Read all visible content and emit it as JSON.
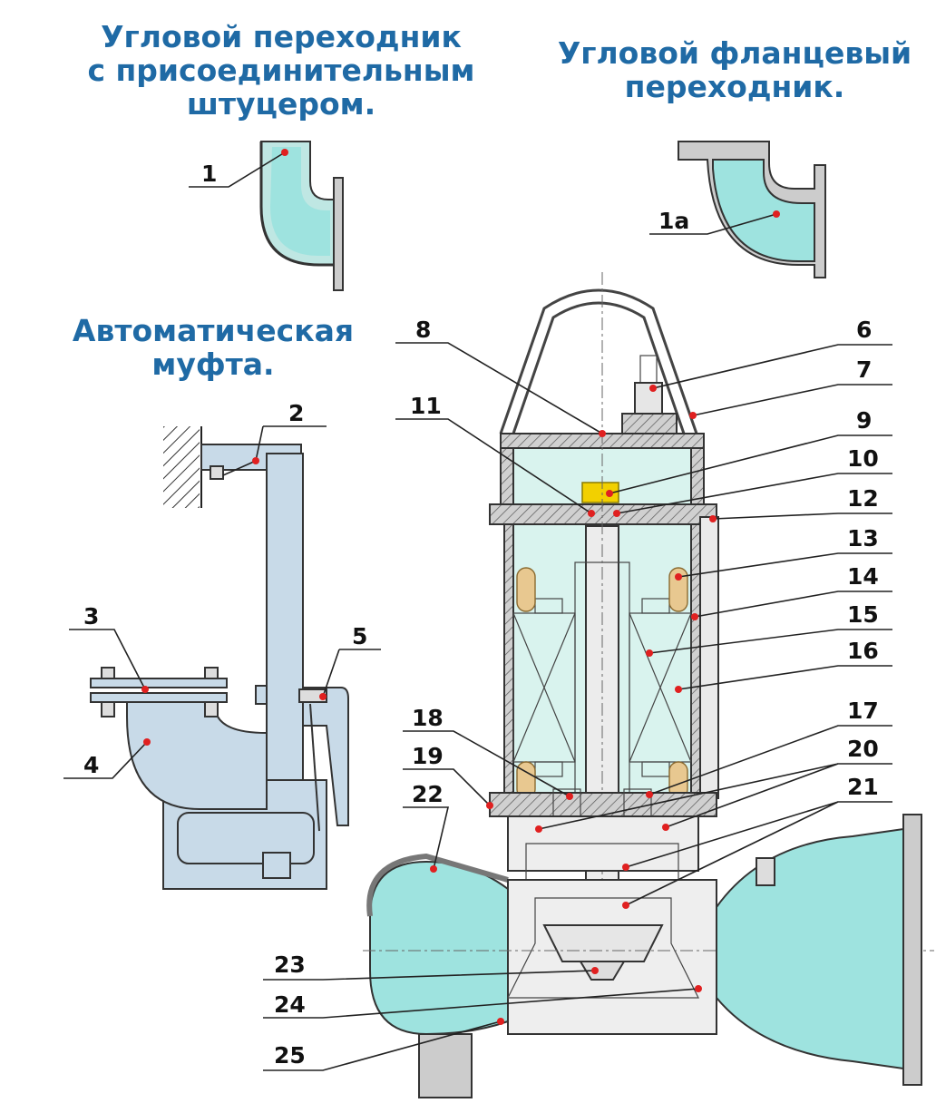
{
  "titles": {
    "angle_adapter": "Угловой переходник\nс присоединительным\nштуцером.",
    "flange_adapter": "Угловой фланцевый\nпереходник.",
    "auto_coupling": "Автоматическая\nмуфта."
  },
  "colors": {
    "title": "#1f6aa5",
    "liquid": "#9ee3df",
    "metal": "#c8dae8",
    "casing": "#c8c8c8",
    "leader_dot": "#e02020",
    "motor_bg": "#d9f3ee"
  },
  "labels": [
    "1",
    "1а",
    "2",
    "3",
    "4",
    "5",
    "6",
    "7",
    "8",
    "9",
    "10",
    "11",
    "12",
    "13",
    "14",
    "15",
    "16",
    "17",
    "18",
    "19",
    "20",
    "21",
    "22",
    "23",
    "24",
    "25"
  ]
}
